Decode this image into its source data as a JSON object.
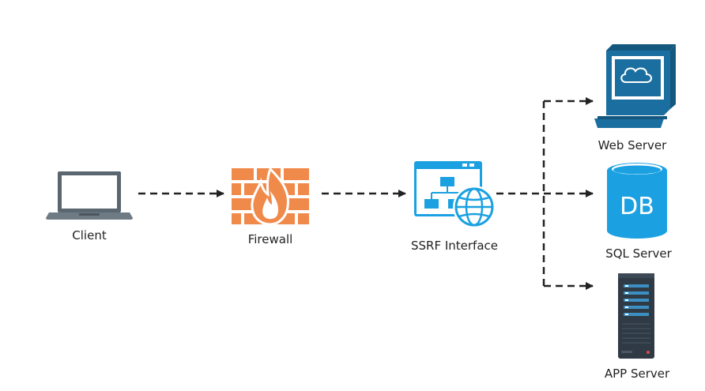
{
  "nodes": {
    "client": {
      "label": "Client"
    },
    "firewall": {
      "label": "Firewall"
    },
    "ssrf_interface": {
      "label": "SSRF Interface"
    },
    "web_server": {
      "label": "Web Server"
    },
    "sql_server": {
      "label": "SQL Server",
      "badge": "DB"
    },
    "app_server": {
      "label": "APP Server"
    }
  },
  "connectors": [
    {
      "from": "client",
      "to": "firewall",
      "style": "dashed-arrow"
    },
    {
      "from": "firewall",
      "to": "ssrf_interface",
      "style": "dashed-arrow"
    },
    {
      "from": "ssrf_interface",
      "to": "web_server",
      "style": "dashed-arrow"
    },
    {
      "from": "ssrf_interface",
      "to": "sql_server",
      "style": "dashed-arrow"
    },
    {
      "from": "ssrf_interface",
      "to": "app_server",
      "style": "dashed-arrow"
    }
  ],
  "colors": {
    "laptop": "#5a6670",
    "firewall_brick": "#f08a4b",
    "flame": "#f08a4b",
    "ssrf_blue": "#1ba1e2",
    "web_server_blue": "#1b6fa0",
    "db_blue": "#1ba1e2",
    "app_server_dark": "#2f3a44",
    "connector": "#222222"
  }
}
